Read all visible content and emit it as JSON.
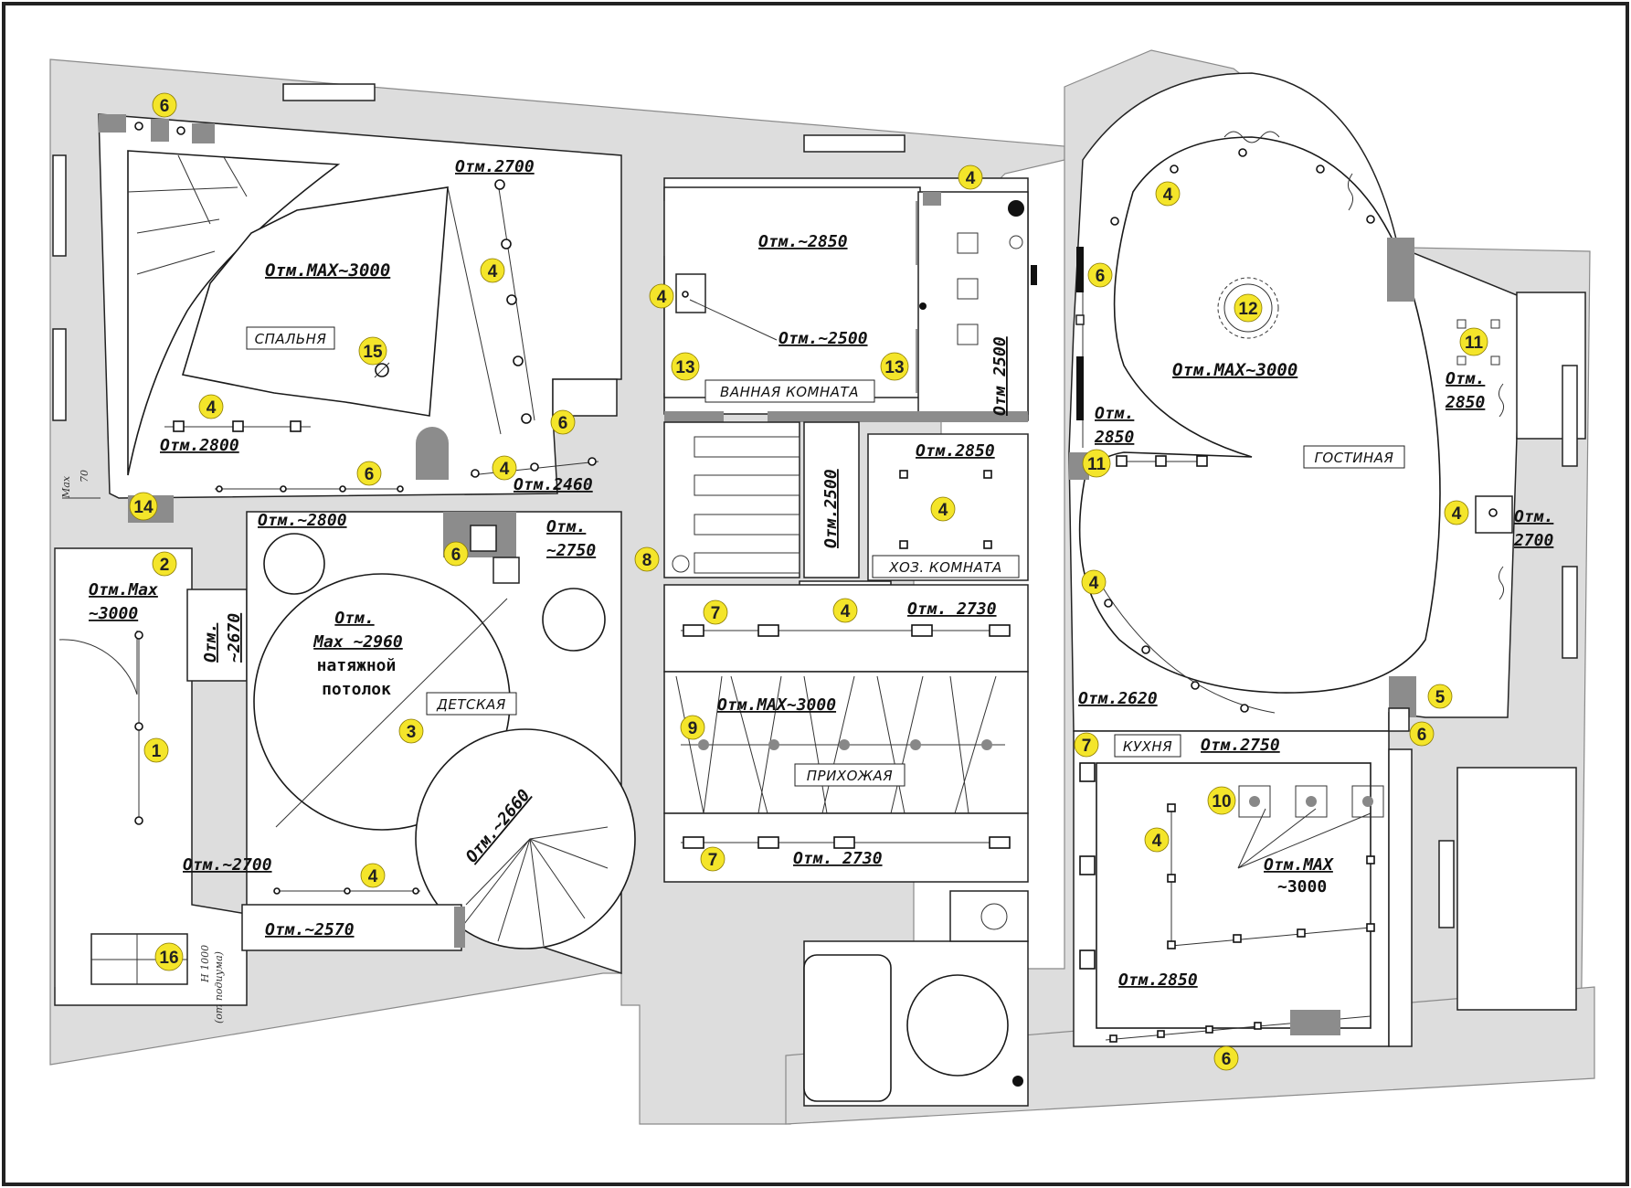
{
  "rooms": {
    "bedroom": "СПАЛЬНЯ",
    "nursery": "ДЕТСКАЯ",
    "bathroom": "ВАННАЯ КОМНАТА",
    "utility": "ХОЗ. КОМНАТА",
    "hallway": "ПРИХОЖАЯ",
    "kitchen": "КУХНЯ",
    "living": "ГОСТИНАЯ"
  },
  "levels": {
    "bedroom_max": "Отм.MAX~3000",
    "bedroom_2700": "Отм.2700",
    "bedroom_2800": "Отм.2800",
    "bedroom_2460": "Отм.2460",
    "left_max_a": "Отм.Max",
    "left_max_b": "~3000",
    "corridor_2670_a": "Отм.",
    "corridor_2670_b": "~2670",
    "nursery_2800": "Отм.~2800",
    "nursery_2750_a": "Отм.",
    "nursery_2750_b": "~2750",
    "nursery_max_a": "Отм.",
    "nursery_max_b": "Max ~2960",
    "nursery_max_c": "натяжной",
    "nursery_max_d": "потолок",
    "stair_2660": "Отм.~2660",
    "nursery_2700": "Отм.~2700",
    "nursery_2570": "Отм.~2570",
    "bath_2850": "Отм.~2850",
    "bath_2500": "Отм.~2500",
    "shower_2500": "Отм 2500",
    "closet_2500": "Отм.2500",
    "utility_2850": "Отм.2850",
    "hall_2730_top": "Отм. 2730",
    "hall_max": "Отм.MAX~3000",
    "hall_2730_bottom": "Отм. 2730",
    "living_max": "Отм.MAX~3000",
    "living_2850_a": "Отм.",
    "living_2850_b": "2850",
    "living_right_2850_a": "Отм.",
    "living_right_2850_b": "2850",
    "living_2700_a": "Отм.",
    "living_2700_b": "2700",
    "living_2620": "Отм.2620",
    "kitchen_2750": "Отм.2750",
    "kitchen_max_a": "Отм.MAX",
    "kitchen_max_b": "~3000",
    "kitchen_2850": "Отм.2850"
  },
  "notes": {
    "max_label": "Max",
    "max_value": "70",
    "podium_a": "H 1000",
    "podium_b": "(от подиума)"
  },
  "badges": [
    {
      "id": "b6-top",
      "num": "6"
    },
    {
      "id": "b4-bed-right",
      "num": "4"
    },
    {
      "id": "b15",
      "num": "15"
    },
    {
      "id": "b4-bed-bottom",
      "num": "4"
    },
    {
      "id": "b6-bed-door",
      "num": "6"
    },
    {
      "id": "b6-bed-bottom",
      "num": "6"
    },
    {
      "id": "b4-bed-2460",
      "num": "4"
    },
    {
      "id": "b14",
      "num": "14"
    },
    {
      "id": "b2",
      "num": "2"
    },
    {
      "id": "b1",
      "num": "1"
    },
    {
      "id": "b16",
      "num": "16"
    },
    {
      "id": "b6-nursery",
      "num": "6"
    },
    {
      "id": "b3",
      "num": "3"
    },
    {
      "id": "b4-nursery",
      "num": "4"
    },
    {
      "id": "b8",
      "num": "8"
    },
    {
      "id": "b4-bath-top",
      "num": "4"
    },
    {
      "id": "b4-bath-left",
      "num": "4"
    },
    {
      "id": "b13-left",
      "num": "13"
    },
    {
      "id": "b13-right",
      "num": "13"
    },
    {
      "id": "b4-utility",
      "num": "4"
    },
    {
      "id": "b4-hall-top",
      "num": "4"
    },
    {
      "id": "b7-hall-top",
      "num": "7"
    },
    {
      "id": "b9",
      "num": "9"
    },
    {
      "id": "b7-hall-bottom",
      "num": "7"
    },
    {
      "id": "b4-living-top",
      "num": "4"
    },
    {
      "id": "b6-living-left",
      "num": "6"
    },
    {
      "id": "b12",
      "num": "12"
    },
    {
      "id": "b11-left",
      "num": "11"
    },
    {
      "id": "b11-right",
      "num": "11"
    },
    {
      "id": "b4-living-right",
      "num": "4"
    },
    {
      "id": "b4-living-bottom",
      "num": "4"
    },
    {
      "id": "b5",
      "num": "5"
    },
    {
      "id": "b6-living-corner",
      "num": "6"
    },
    {
      "id": "b7-kitchen",
      "num": "7"
    },
    {
      "id": "b10",
      "num": "10"
    },
    {
      "id": "b4-kitchen",
      "num": "4"
    },
    {
      "id": "b6-kitchen-bottom",
      "num": "6"
    }
  ],
  "colors": {
    "badge": "#f4e52a",
    "wall": "#dddddd",
    "wall_dark": "#8c8c8c",
    "line": "#1a1a1a"
  }
}
